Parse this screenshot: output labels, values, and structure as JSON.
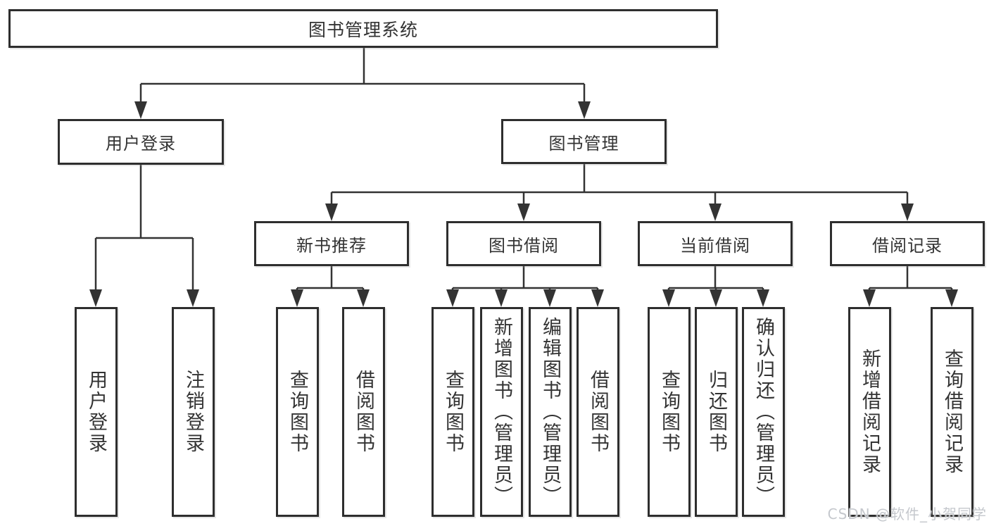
{
  "diagram": {
    "type": "hierarchy-tree",
    "tree": {
      "root": {
        "label": "图书管理系统"
      },
      "children": [
        {
          "label": "用户登录",
          "children": [
            {
              "label": "用户登录"
            },
            {
              "label": "注销登录"
            }
          ]
        },
        {
          "label": "图书管理",
          "children": [
            {
              "label": "新书推荐",
              "children": [
                {
                  "label": "查询图书"
                },
                {
                  "label": "借阅图书"
                }
              ]
            },
            {
              "label": "图书借阅",
              "children": [
                {
                  "label": "查询图书"
                },
                {
                  "label": "新增图书（管理员）"
                },
                {
                  "label": "编辑图书（管理员）"
                },
                {
                  "label": "借阅图书"
                }
              ]
            },
            {
              "label": "当前借阅",
              "children": [
                {
                  "label": "查询图书"
                },
                {
                  "label": "归还图书"
                },
                {
                  "label": "确认归还（管理员）"
                }
              ]
            },
            {
              "label": "借阅记录",
              "children": [
                {
                  "label": "新增借阅记录"
                },
                {
                  "label": "查询借阅记录"
                }
              ]
            }
          ]
        }
      ]
    }
  },
  "watermark": {
    "text": "CSDN @软件_小贺同学"
  },
  "colors": {
    "line": "#333333",
    "box_border": "#2e2e2e",
    "text": "#333333",
    "watermark": "#c5c8cd",
    "background": "#ffffff"
  }
}
